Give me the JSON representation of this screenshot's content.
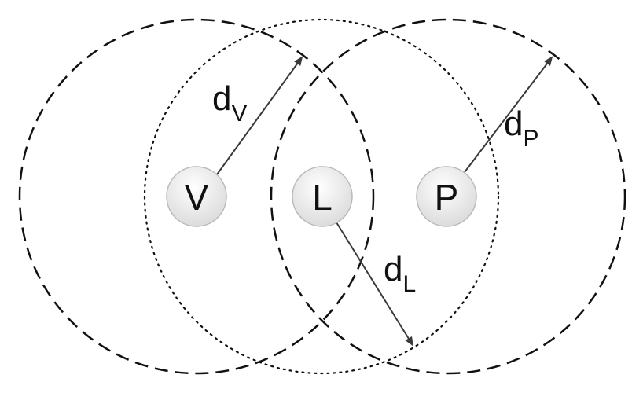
{
  "nodes": {
    "v": {
      "label": "V"
    },
    "l": {
      "label": "L"
    },
    "p": {
      "label": "P"
    }
  },
  "radii": {
    "v": {
      "base": "d",
      "sub": "V"
    },
    "l": {
      "base": "d",
      "sub": "L"
    },
    "p": {
      "base": "d",
      "sub": "P"
    }
  },
  "colors": {
    "stroke": "#111111",
    "arrow": "#3a3a3a",
    "node_fill_top": "#ffffff",
    "node_fill_bottom": "#d9d9d9",
    "node_border": "#b9b9b9"
  },
  "styles": {
    "v_range": "dashed",
    "l_range": "dotted",
    "p_range": "dashed"
  }
}
